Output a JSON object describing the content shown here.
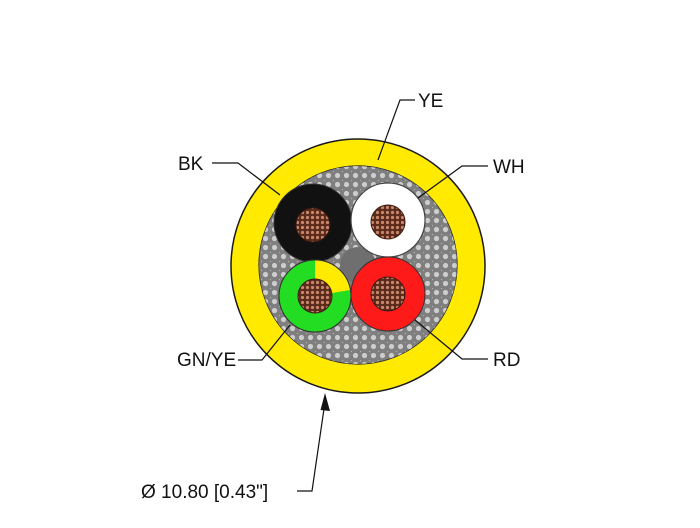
{
  "labels": {
    "ye": "YE",
    "bk": "BK",
    "wh": "WH",
    "gnye": "GN/YE",
    "rd": "RD",
    "diameter": "Ø 10.80 [0.43\"]"
  },
  "colors": {
    "jacket": "#FFEA00",
    "jacket_outline": "#1a1a1a",
    "core_bg": "#8a8a8a",
    "black_insulation": "#111111",
    "white_insulation": "#ffffff",
    "red_insulation": "#FF1A1A",
    "green_insulation": "#22DD22",
    "yellow_stripe": "#FFEA00",
    "conductor": "#7a3e2a",
    "leader": "#111111"
  }
}
